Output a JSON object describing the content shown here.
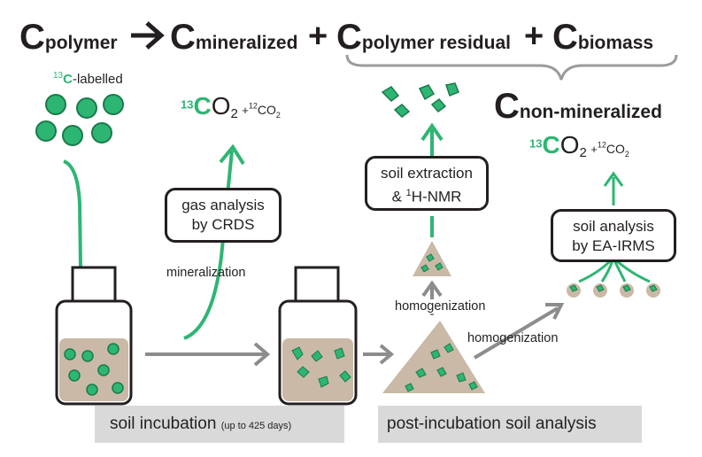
{
  "equation": {
    "c1_letter": "C",
    "c1_sub": "polymer",
    "c2_letter": "C",
    "c2_sub": "mineralized",
    "plus1": "+",
    "c3_letter": "C",
    "c3_sub": "polymer residual",
    "plus2": "+",
    "c4_letter": "C",
    "c4_sub": "biomass",
    "c5_letter": "C",
    "c5_sub": "non-mineralized"
  },
  "labelled": {
    "sup": "13",
    "letter": "C",
    "rest": "-labelled"
  },
  "co2_left": {
    "sup13": "13",
    "c": "C",
    "o": "O",
    "two": "2",
    "plus": "+",
    "sup12": "12",
    "co": "CO",
    "co_two": "2"
  },
  "co2_right": {
    "sup13": "13",
    "c": "C",
    "o": "O",
    "two": "2",
    "plus": "+",
    "sup12": "12",
    "co": "CO",
    "co_two": "2"
  },
  "boxes": {
    "gas_line1": "gas analysis",
    "gas_line2": "by CRDS",
    "soil_ext_line1": "soil extraction",
    "soil_ext_amp": "& ",
    "soil_ext_sup": "1",
    "soil_ext_rest": "H-NMR",
    "soil_an_line1": "soil analysis",
    "soil_an_line2": "by EA-IRMS"
  },
  "labels": {
    "mineralization": "mineralization",
    "homogenization_1": "homogenization",
    "homogenization_2": "homogenization"
  },
  "bands": {
    "left_main": "soil incubation",
    "left_small": "(up to 425 days)",
    "right_main": "post-incubation soil analysis"
  },
  "colors": {
    "green": "#2db673",
    "dark_green": "#1a7a4a",
    "grey_arrow": "#8c8c8c",
    "band": "#d9d9d9",
    "soil": "#c9b9a6"
  }
}
